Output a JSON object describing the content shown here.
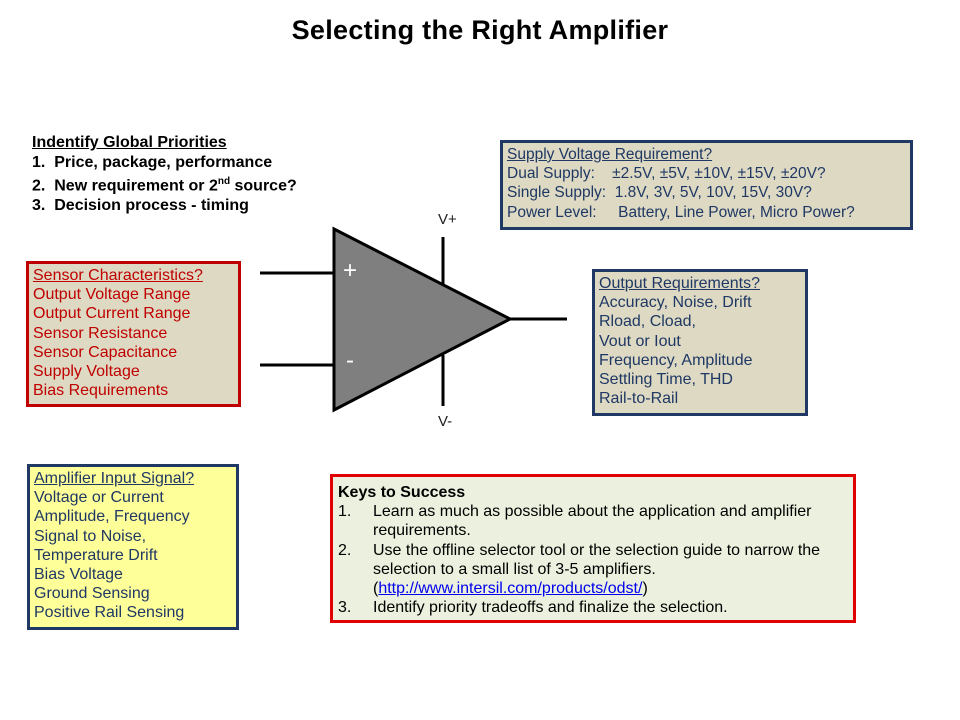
{
  "title": "Selecting the Right Amplifier",
  "priorities": {
    "heading": "Indentify  Global  Priorities",
    "items": [
      {
        "num": "1.",
        "text": "Price, package, performance"
      },
      {
        "num": "2.",
        "text_before": "New requirement  or 2",
        "sup": "nd",
        "text_after": " source?"
      },
      {
        "num": "3.",
        "text": "Decision  process - timing"
      }
    ]
  },
  "amplifier": {
    "vplus": "V+",
    "vminus": "V-",
    "plus": "+",
    "minus": "-",
    "fill_color": "#7f7f7f"
  },
  "sensor": {
    "heading": "Sensor Characteristics?",
    "lines": [
      "Output Voltage Range",
      "Output Current Range",
      "Sensor Resistance",
      "Sensor Capacitance",
      "Supply Voltage",
      "Bias Requirements"
    ]
  },
  "supply": {
    "heading": "Supply  Voltage Requirement?",
    "lines": [
      "Dual Supply:    ±2.5V, ±5V, ±10V, ±15V, ±20V?",
      "Single Supply:  1.8V, 3V, 5V, 10V, 15V, 30V?",
      "Power Level:     Battery, Line Power, Micro Power?"
    ]
  },
  "output": {
    "heading": "Output Requirements?",
    "lines": [
      "Accuracy, Noise, Drift",
      "Rload, Cload,",
      "Vout or Iout",
      "Frequency, Amplitude",
      "Settling Time, THD",
      "Rail-to-Rail"
    ]
  },
  "input": {
    "heading": "Amplifier Input Signal?",
    "lines": [
      "Voltage or Current",
      "Amplitude, Frequency",
      "Signal to Noise,",
      "Temperature Drift",
      "Bias Voltage",
      "Ground  Sensing",
      "Positive Rail Sensing"
    ]
  },
  "keys": {
    "heading": "Keys to Success",
    "items": [
      {
        "num": "1.",
        "text": "Learn as much  as possible about the application and amplifier requirements."
      },
      {
        "num": "2.",
        "text": "Use the offline selector tool or the selection guide to narrow  the selection to a small list of 3-5 amplifiers.",
        "link_open": "(",
        "link": "http://www.intersil.com/products/odst/",
        "link_close": ")"
      },
      {
        "num": "3.",
        "text": "Identify priority tradeoffs and finalize the selection."
      }
    ]
  },
  "colors": {
    "red_border": "#c00000",
    "navy_border": "#1f3864",
    "tan_fill": "#ddd9c3",
    "yellow_fill": "#ffff99",
    "green_fill": "#ebf1de"
  }
}
